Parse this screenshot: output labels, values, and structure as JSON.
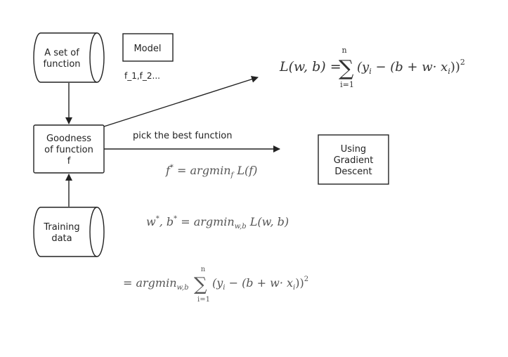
{
  "nodes": {
    "function_set": {
      "line1": "A set of",
      "line2": "function"
    },
    "model": {
      "label": "Model",
      "caption": "f_1,f_2..."
    },
    "goodness": {
      "line1": "Goodness",
      "line2": "of function",
      "line3": "f"
    },
    "training": {
      "line1": "Training",
      "line2": "data"
    },
    "gradient": {
      "line1": "Using",
      "line2": "Gradient",
      "line3": "Descent"
    }
  },
  "edges": {
    "best_function_label": "pick the best function"
  },
  "formulas": {
    "loss": {
      "lhs": "L(w, b) = ",
      "sum_top": "n",
      "sum_bottom": "i=1",
      "body": "(y",
      "sub_i": "i",
      "mid": " − (b + w· x",
      "sub_i2": "i",
      "close": "))",
      "power": "2"
    },
    "f_star": {
      "lhs": "f",
      "star": "*",
      "eq": " = argmin",
      "sub": "f",
      "rhs": " L(f)"
    },
    "wb_star": {
      "lhs": "w",
      "star1": "*",
      "mid": ", b",
      "star2": "*",
      "eq": " = argmin",
      "sub": "w,b",
      "rhs": " L(w, b)"
    },
    "argmin_expanded": {
      "eq": "= argmin",
      "sub": "w,b",
      "sum_top": "n",
      "sum_bottom": "i=1",
      "body": "(y",
      "sub_i": "i",
      "mid": " − (b + w· x",
      "sub_i2": "i",
      "close": "))",
      "power": "2"
    }
  }
}
